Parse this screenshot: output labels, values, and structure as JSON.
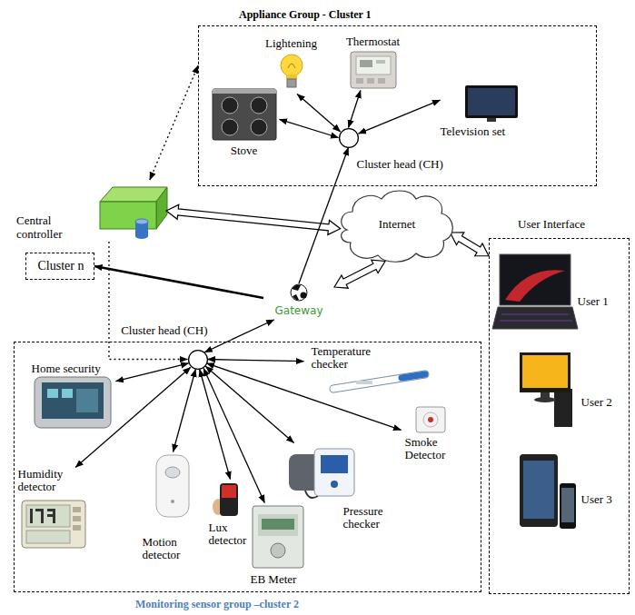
{
  "diagram": {
    "nodes": [
      {
        "text": [
          "Appliance Group - Cluster 1"
        ]
      },
      {
        "text": [
          "Lightening"
        ],
        "in": 0
      },
      {
        "text": [
          "Thermostat"
        ],
        "in": 0
      },
      {
        "text": [
          "Stove"
        ],
        "in": 0
      },
      {
        "text": [
          "Television set"
        ],
        "in": 0
      },
      {
        "text": [
          "Cluster head (CH)"
        ],
        "in": 0
      },
      {
        "text": [
          "Central controller"
        ]
      },
      {
        "text": [
          "Cluster n"
        ]
      },
      {
        "text": [
          "Internet"
        ]
      },
      {
        "text": [
          "Gateway"
        ]
      },
      {
        "text": [
          "User Interface"
        ]
      },
      {
        "text": [
          "User 1"
        ],
        "in": 10
      },
      {
        "text": [
          "User 2"
        ],
        "in": 10
      },
      {
        "text": [
          "User 3"
        ],
        "in": 10
      },
      {
        "text": [
          "Monitoring sensor group –cluster 2"
        ]
      },
      {
        "text": [
          "Cluster head (CH)"
        ],
        "in": 14
      },
      {
        "text": [
          "Home security"
        ],
        "in": 14
      },
      {
        "text": [
          "Temperature checker"
        ],
        "in": 14
      },
      {
        "text": [
          "Humidity detector"
        ],
        "in": 14
      },
      {
        "text": [
          "Motion detector"
        ],
        "in": 14
      },
      {
        "text": [
          "Lux detector"
        ],
        "in": 14
      },
      {
        "text": [
          "EB Meter"
        ],
        "in": 14
      },
      {
        "text": [
          "Pressure checker"
        ],
        "in": 14
      },
      {
        "text": [
          "Smoke Detector"
        ],
        "in": 14
      }
    ],
    "edges": [
      {
        "from": 5,
        "to": 1,
        "arrow": "both"
      },
      {
        "from": 5,
        "to": 2,
        "arrow": "both"
      },
      {
        "from": 5,
        "to": 3,
        "arrow": "both"
      },
      {
        "from": 5,
        "to": 4,
        "arrow": "both"
      },
      {
        "from": 6,
        "to": 0,
        "arrow": "both"
      },
      {
        "from": 6,
        "to": 8,
        "arrow": "both"
      },
      {
        "from": 6,
        "to": 15,
        "arrow": "to"
      },
      {
        "from": 9,
        "to": 5,
        "arrow": "to"
      },
      {
        "from": 9,
        "to": 7,
        "arrow": "to"
      },
      {
        "from": 9,
        "to": 8,
        "arrow": "both"
      },
      {
        "from": 9,
        "to": 15,
        "arrow": "both"
      },
      {
        "from": 8,
        "to": 10,
        "arrow": "both"
      },
      {
        "from": 15,
        "to": 16,
        "arrow": "both"
      },
      {
        "from": 15,
        "to": 17,
        "arrow": "both"
      },
      {
        "from": 15,
        "to": 18,
        "arrow": "both"
      },
      {
        "from": 15,
        "to": 19,
        "arrow": "both"
      },
      {
        "from": 15,
        "to": 20,
        "arrow": "both"
      },
      {
        "from": 15,
        "to": 21,
        "arrow": "both"
      },
      {
        "from": 15,
        "to": 22,
        "arrow": "both"
      },
      {
        "from": 15,
        "to": 23,
        "arrow": "both"
      }
    ]
  }
}
